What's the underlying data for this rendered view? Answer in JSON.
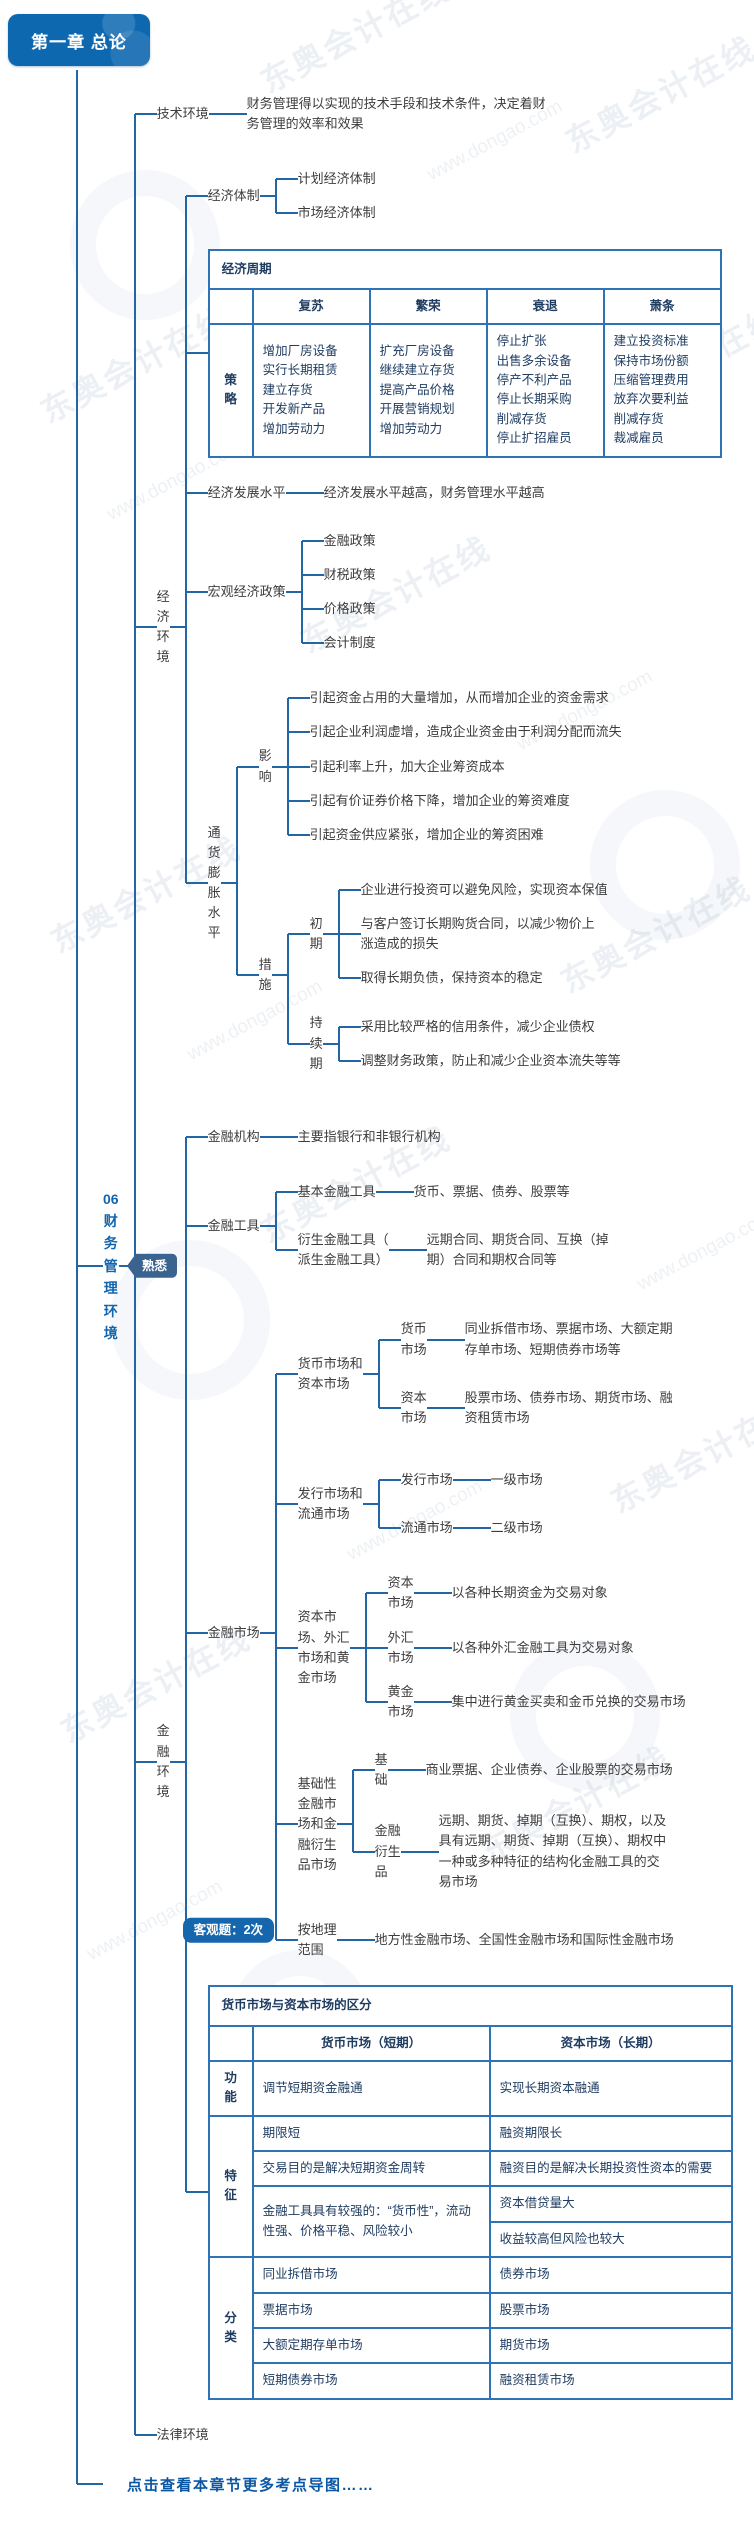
{
  "watermark": {
    "brand": "东奥会计在线",
    "url": "www.dongao.com"
  },
  "chapter": {
    "title": "第一章 总论"
  },
  "root": {
    "label": "06\n财\n务\n管\n理\n环\n境",
    "badge": "熟悉"
  },
  "tech": {
    "label": "技术环境",
    "desc": "财务管理得以实现的技术手段和技术条件，决定着财务管理的效率和效果"
  },
  "economic": {
    "label": "经\n济\n环\n境",
    "system": {
      "label": "经济体制",
      "items": [
        "计划经济体制",
        "市场经济体制"
      ]
    },
    "cycle_table": {
      "title": "经济周期",
      "row_label": "策略",
      "columns": [
        "复苏",
        "繁荣",
        "衰退",
        "萧条"
      ],
      "strategies": [
        "增加厂房设备\n实行长期租赁\n建立存货\n开发新产品\n增加劳动力",
        "扩充厂房设备\n继续建立存货\n提高产品价格\n开展营销规划\n增加劳动力",
        "停止扩张\n出售多余设备\n停产不利产品\n停止长期采购\n削减存货\n停止扩招雇员",
        "建立投资标准\n保持市场份额\n压缩管理费用\n放弃次要利益\n削减存货\n裁减雇员"
      ]
    },
    "dev": {
      "label": "经济发展水平",
      "desc": "经济发展水平越高，财务管理水平越高"
    },
    "macro": {
      "label": "宏观经济政策",
      "items": [
        "金融政策",
        "财税政策",
        "价格政策",
        "会计制度"
      ]
    },
    "inflation": {
      "label": "通\n货\n膨\n胀\n水\n平",
      "impact": {
        "label": "影\n响",
        "items": [
          "引起资金占用的大量增加，从而增加企业的资金需求",
          "引起企业利润虚增，造成企业资金由于利润分配而流失",
          "引起利率上升，加大企业筹资成本",
          "引起有价证券价格下降，增加企业的筹资难度",
          "引起资金供应紧张，增加企业的筹资困难"
        ]
      },
      "measures": {
        "label": "措\n施",
        "early": {
          "label": "初\n期",
          "items": [
            "企业进行投资可以避免风险，实现资本保值",
            "与客户签订长期购货合同，以减少物价上涨造成的损失",
            "取得长期负债，保持资本的稳定"
          ]
        },
        "sustained": {
          "label": "持\n续\n期",
          "items": [
            "采用比较严格的信用条件，减少企业债权",
            "调整财务政策，防止和减少企业资本流失等等"
          ]
        }
      }
    }
  },
  "finance": {
    "label": "金\n融\n环\n境",
    "badge": "客观题：2次",
    "institution": {
      "label": "金融机构",
      "desc": "主要指银行和非银行机构"
    },
    "tools": {
      "label": "金融工具",
      "basic": {
        "label": "基本金融工具",
        "desc": "货币、票据、债券、股票等"
      },
      "derivative": {
        "label": "衍生金融工具（\n派生金融工具）",
        "desc": "远期合同、期货合同、互换（掉期）合同和期权合同等"
      }
    },
    "market": {
      "label": "金融市场",
      "money_capital": {
        "label": "货币市场和\n资本市场",
        "money": {
          "label": "货币\n市场",
          "desc": "同业拆借市场、票据市场、大额定期存单市场、短期债券市场等"
        },
        "capital": {
          "label": "资本\n市场",
          "desc": "股票市场、债券市场、期货市场、融资租赁市场"
        }
      },
      "issue_circulate": {
        "label": "发行市场和\n流通市场",
        "primary": {
          "label": "发行市场",
          "desc": "一级市场"
        },
        "secondary": {
          "label": "流通市场",
          "desc": "二级市场"
        }
      },
      "cap_fx_gold": {
        "label": "资本市\n场、外汇\n市场和黄\n金市场",
        "capital": {
          "label": "资本\n市场",
          "desc": "以各种长期资金为交易对象"
        },
        "fx": {
          "label": "外汇\n市场",
          "desc": "以各种外汇金融工具为交易对象"
        },
        "gold": {
          "label": "黄金\n市场",
          "desc": "集中进行黄金买卖和金币兑换的交易市场"
        }
      },
      "base_derivative": {
        "label": "基础性\n金融市\n场和金\n融衍生\n品市场",
        "base": {
          "label": "基\n础",
          "desc": "商业票据、企业债券、企业股票的交易市场"
        },
        "deriv": {
          "label": "金融\n衍生\n品",
          "desc": "远期、期货、掉期（互换）、期权，以及具有远期、期货、掉期（互换）、期权中一种或多种特征的结构化金融工具的交易市场"
        }
      },
      "geo": {
        "label": "按地理\n范围",
        "desc": "地方性金融市场、全国性金融市场和国际性金融市场"
      }
    },
    "compare_table": {
      "title": "货币市场与资本市场的区分",
      "col_money": "货币市场（短期）",
      "col_capital": "资本市场（长期）",
      "func": {
        "label": "功能",
        "money": "调节短期资金融通",
        "capital": "实现长期资本融通"
      },
      "feat": {
        "label": "特征",
        "money": [
          "期限短",
          "交易目的是解决短期资金周转",
          "金融工具具有较强的：“货币性”，流动性强、价格平稳、风险较小"
        ],
        "capital": [
          "融资期限长",
          "融资目的是解决长期投资性资本的需要",
          "资本借贷量大",
          "收益较高但风险也较大"
        ]
      },
      "cls": {
        "label": "分类",
        "money": [
          "同业拆借市场",
          "票据市场",
          "大额定期存单市场",
          "短期债券市场"
        ],
        "capital": [
          "债券市场",
          "股票市场",
          "期货市场",
          "融资租赁市场"
        ]
      }
    }
  },
  "legal": {
    "label": "法律环境"
  },
  "footer": {
    "label": "点击查看本章节更多考点导图……"
  }
}
